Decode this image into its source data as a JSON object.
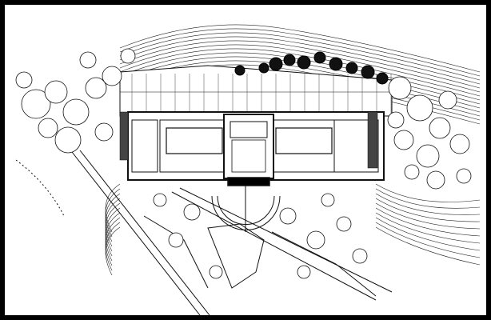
{
  "colors": {
    "frame": "#000000",
    "paper": "#ffffff",
    "ink": "#111111",
    "hatch": "#333333"
  },
  "trees": [
    [
      45,
      130,
      18
    ],
    [
      70,
      115,
      14
    ],
    [
      95,
      140,
      16
    ],
    [
      120,
      110,
      13
    ],
    [
      85,
      175,
      16
    ],
    [
      60,
      160,
      12
    ],
    [
      140,
      95,
      12
    ],
    [
      30,
      100,
      10
    ],
    [
      110,
      75,
      10
    ],
    [
      160,
      70,
      9
    ],
    [
      130,
      165,
      11
    ],
    [
      500,
      110,
      14
    ],
    [
      525,
      135,
      16
    ],
    [
      550,
      160,
      13
    ],
    [
      535,
      195,
      14
    ],
    [
      505,
      175,
      12
    ],
    [
      560,
      125,
      11
    ],
    [
      575,
      180,
      12
    ],
    [
      545,
      225,
      11
    ],
    [
      515,
      215,
      9
    ],
    [
      580,
      220,
      9
    ],
    [
      495,
      150,
      10
    ],
    [
      240,
      265,
      10
    ],
    [
      220,
      300,
      9
    ],
    [
      360,
      270,
      10
    ],
    [
      395,
      300,
      11
    ],
    [
      430,
      280,
      9
    ],
    [
      270,
      340,
      8
    ],
    [
      450,
      320,
      9
    ],
    [
      380,
      340,
      8
    ],
    [
      200,
      250,
      8
    ],
    [
      410,
      250,
      8
    ]
  ],
  "dark_trees": [
    [
      345,
      80,
      8
    ],
    [
      362,
      75,
      7
    ],
    [
      380,
      78,
      8
    ],
    [
      400,
      72,
      7
    ],
    [
      420,
      80,
      8
    ],
    [
      440,
      85,
      7
    ],
    [
      460,
      90,
      8
    ],
    [
      478,
      98,
      7
    ],
    [
      330,
      85,
      6
    ],
    [
      300,
      88,
      6
    ]
  ]
}
